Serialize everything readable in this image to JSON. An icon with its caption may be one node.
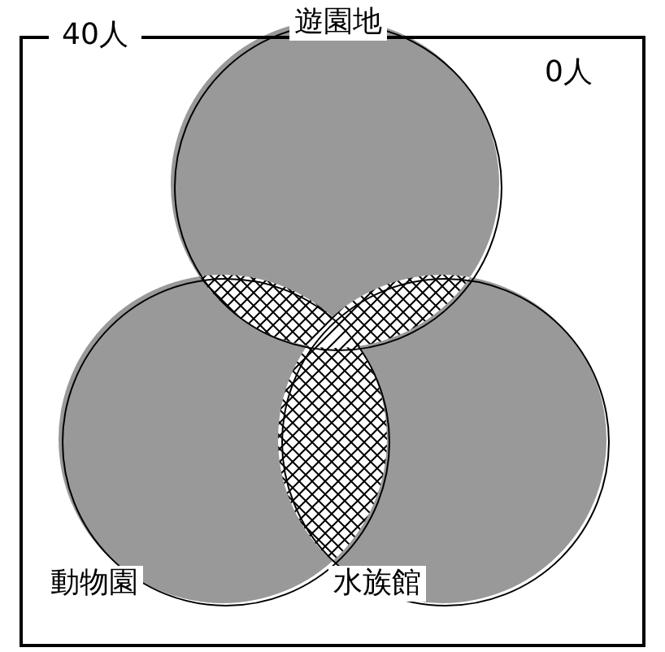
{
  "diagram": {
    "nodes": [
      {
        "text": [
          "40人"
        ]
      },
      {
        "text": [
          "遊園地"
        ],
        "in": 0
      },
      {
        "text": [
          "動物園"
        ],
        "in": 0
      },
      {
        "text": [
          "水族館"
        ],
        "in": 0
      }
    ],
    "labels": [
      "0人"
    ]
  }
}
